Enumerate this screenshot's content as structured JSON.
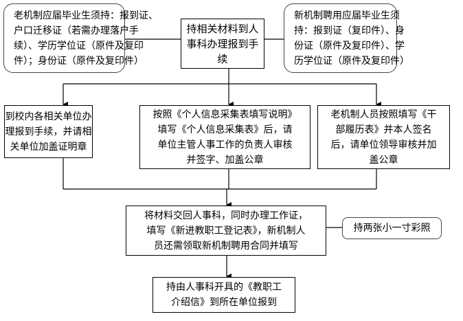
{
  "flowchart": {
    "top_left_note": [
      "老机制应届毕业生须持：报到证、",
      "户口迁移证（若需办理落户手",
      "续）、学历学位证（原件及复印",
      "件）；身份证（原件及复印件）"
    ],
    "top_center_step": [
      "持相关材料到人",
      "事科办理报到手",
      "续"
    ],
    "top_right_note": [
      "新机制聘用应届毕业生须",
      "持：报到证（复印件）、身",
      "份证（原件及复印件）、学",
      "历学位证（原件及复印件）"
    ],
    "row2_left_step": [
      "到校内各相关单位办",
      "理报到手续，并请相",
      "关单位加盖证明章"
    ],
    "row2_center_step": [
      "按照《个人信息采集表填写说明》",
      "填写《个人信息采集表》后，请",
      "单位主管人事工作的负责人审核",
      "并签字、加盖公章"
    ],
    "row2_right_step": [
      "老机制人员按照填写《干",
      "部履历表》并本人签名",
      "后，请单位领导审核并加",
      "盖公章"
    ],
    "row3_step": [
      "将材料交回人事科，同时办理工作证，",
      "填写《新进教职工登记表》，新机制人",
      "员还需领取新机制聘用合同并填写"
    ],
    "row3_note": [
      "持两张小一寸彩照"
    ],
    "final_step": [
      "持由人事科开具的《教职工",
      "介绍信》到所在单位报到"
    ]
  }
}
